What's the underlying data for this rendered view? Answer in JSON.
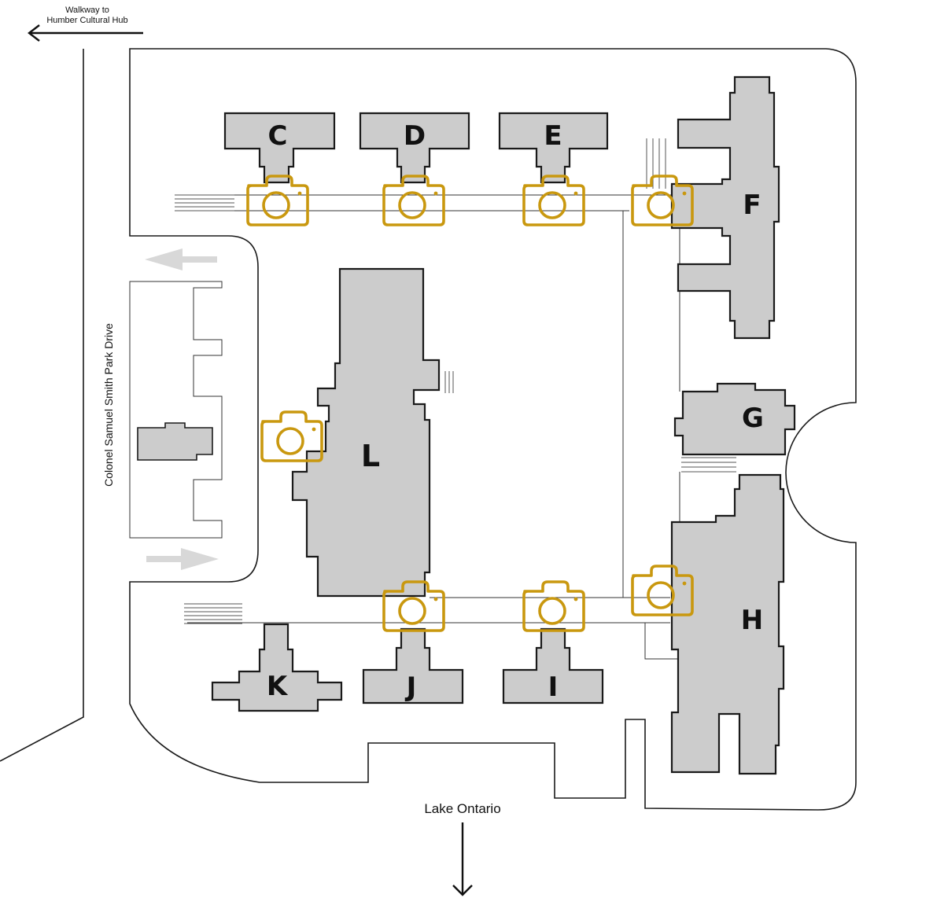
{
  "map": {
    "top_direction": {
      "line1": "Walkway to",
      "line2": "Humber Cultural Hub"
    },
    "road_label": "Colonel Samuel Smith Park Drive",
    "bottom_direction": "Lake Ontario",
    "buildings": [
      "C",
      "D",
      "E",
      "F",
      "G",
      "H",
      "I",
      "J",
      "K",
      "L"
    ],
    "accent_color": "#c9980f",
    "building_color": "#cccccc",
    "icons": {
      "camera": "camera-icon",
      "arrow_left": "arrow-left-icon",
      "arrow_down": "arrow-down-icon",
      "traffic_arrow": "traffic-arrow-icon"
    }
  }
}
